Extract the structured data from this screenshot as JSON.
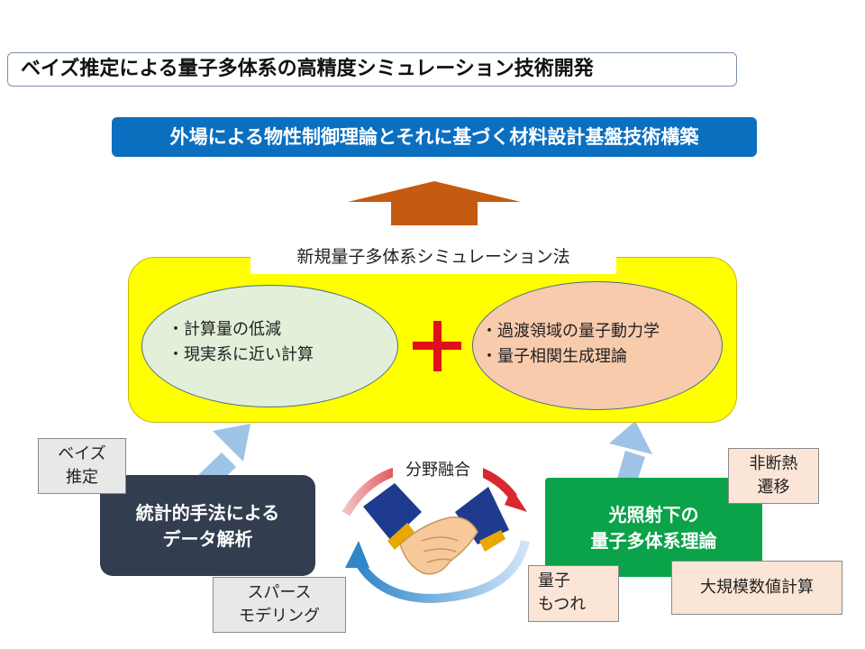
{
  "title": "ベイズ推定による量子多体系の高精度シミュレーション技術開発",
  "goal": "外場による物性制御理論とそれに基づく材料設計基盤技術構築",
  "simulation": {
    "label": "新規量子多体系シミュレーション法",
    "left_bullets": [
      "・計算量の低減",
      "・現実系に近い計算"
    ],
    "right_bullets": [
      "・過渡領域の量子動力学",
      "・量子相関生成理論"
    ]
  },
  "left_method": {
    "lines": [
      "統計的手法による",
      "データ解析"
    ],
    "tags": {
      "bayes": [
        "ベイズ",
        "推定"
      ],
      "sparse": [
        "スパース",
        "モデリング"
      ]
    }
  },
  "right_method": {
    "lines": [
      "光照射下の",
      "量子多体系理論"
    ],
    "tags": {
      "nonadiabatic": [
        "非断熱",
        "遷移"
      ],
      "entanglement": [
        "量子",
        "もつれ"
      ],
      "large_scale": "大規模数値計算"
    }
  },
  "fusion_label": "分野融合",
  "colors": {
    "goal_blue": "#0b6fc0",
    "panel_yellow": "#ffff00",
    "ellipse_green": "#e2efd9",
    "ellipse_peach": "#f8cbad",
    "dark_navy": "#323d4f",
    "green": "#0aa34a",
    "up_arrow": "#c55a11",
    "light_blue_arrow": "#9dc3e6",
    "plus_red": "#e0101b"
  }
}
